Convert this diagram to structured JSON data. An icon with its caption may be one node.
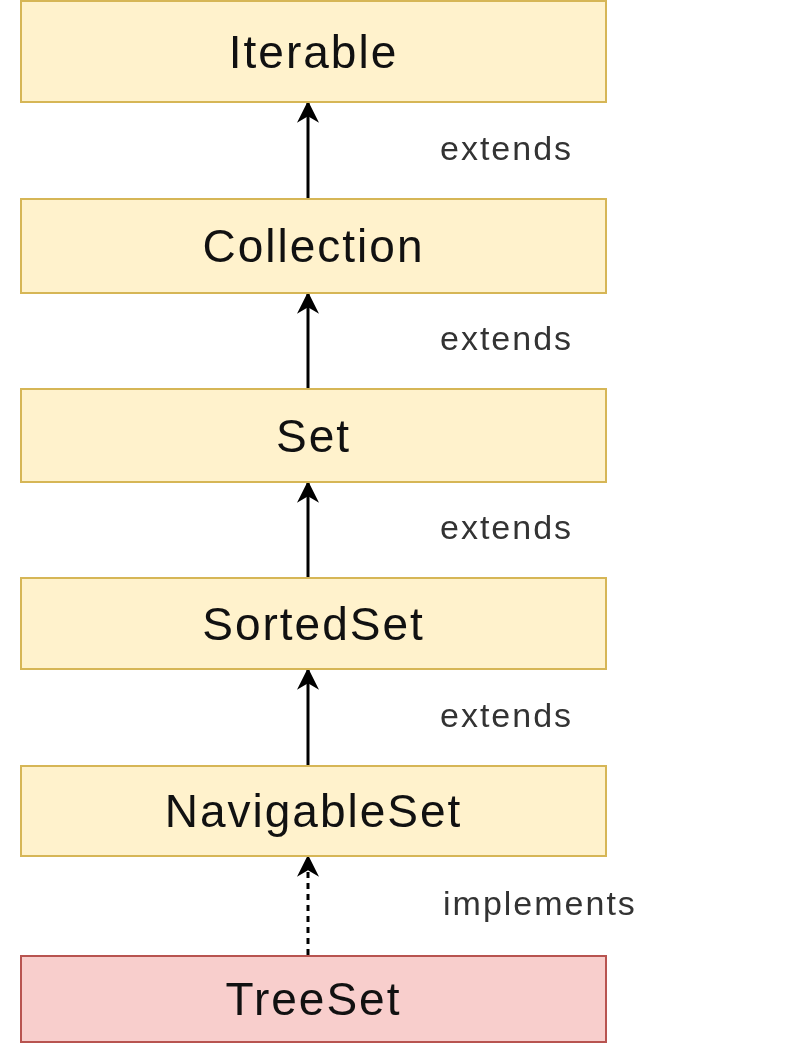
{
  "diagram": {
    "nodes": [
      {
        "text": [
          "Iterable"
        ]
      },
      {
        "text": [
          "Collection"
        ]
      },
      {
        "text": [
          "Set"
        ]
      },
      {
        "text": [
          "SortedSet"
        ]
      },
      {
        "text": [
          "NavigableSet"
        ]
      },
      {
        "text": [
          "TreeSet"
        ]
      }
    ],
    "edges": [
      {
        "from": 1,
        "to": 0,
        "arrow": "to",
        "label": "extends"
      },
      {
        "from": 2,
        "to": 1,
        "arrow": "to",
        "label": "extends"
      },
      {
        "from": 3,
        "to": 2,
        "arrow": "to",
        "label": "extends"
      },
      {
        "from": 4,
        "to": 3,
        "arrow": "to",
        "label": "extends"
      },
      {
        "from": 5,
        "to": 4,
        "arrow": "to",
        "label": "implements",
        "style": "dashed"
      }
    ]
  }
}
